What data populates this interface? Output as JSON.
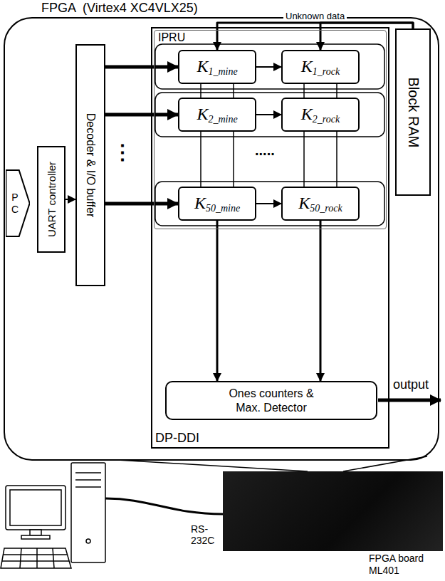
{
  "diagram": {
    "nodes": [
      {
        "text": [
          "FPGA  (Virtex4 XC4VLX25)"
        ]
      },
      {
        "text": [
          "P C"
        ],
        "in": 0
      },
      {
        "text": [
          "UART controller"
        ],
        "in": 0
      },
      {
        "text": [
          "Decoder & I/O buffer"
        ],
        "in": 0
      },
      {
        "text": [
          "DP-DDI"
        ],
        "in": 0
      },
      {
        "text": [
          "IPRU"
        ],
        "in": 4
      },
      {
        "text": [
          "K1_mine"
        ],
        "in": 5
      },
      {
        "text": [
          "K1_rock"
        ],
        "in": 5
      },
      {
        "text": [
          "K2_mine"
        ],
        "in": 5
      },
      {
        "text": [
          "K2_rock"
        ],
        "in": 5
      },
      {
        "text": [
          "K50_mine"
        ],
        "in": 5
      },
      {
        "text": [
          "K50_rock"
        ],
        "in": 5
      },
      {
        "text": [
          "Ones counters & Max. Detector"
        ],
        "in": 4
      },
      {
        "text": [
          "Block RAM"
        ],
        "in": 0
      },
      {
        "text": [
          "FPGA board ML401"
        ]
      }
    ],
    "edges": [
      {
        "from": 2,
        "to": 3,
        "arrow": "to"
      },
      {
        "from": 3,
        "to": 6,
        "arrow": "to"
      },
      {
        "from": 3,
        "to": 8,
        "arrow": "to"
      },
      {
        "from": 3,
        "to": 10,
        "arrow": "to"
      },
      {
        "from": 6,
        "to": 7,
        "arrow": "to"
      },
      {
        "from": 8,
        "to": 9,
        "arrow": "to"
      },
      {
        "from": 10,
        "to": 11,
        "arrow": "to"
      },
      {
        "from": 13,
        "to": 6,
        "label": "Unknown data",
        "arrow": "to"
      },
      {
        "from": 13,
        "to": 7,
        "arrow": "to"
      },
      {
        "from": 10,
        "to": 12,
        "arrow": "to"
      },
      {
        "from": 11,
        "to": 12,
        "arrow": "to"
      }
    ],
    "labels": [
      "output",
      "⋮",
      ".....",
      "RS-232C"
    ]
  }
}
